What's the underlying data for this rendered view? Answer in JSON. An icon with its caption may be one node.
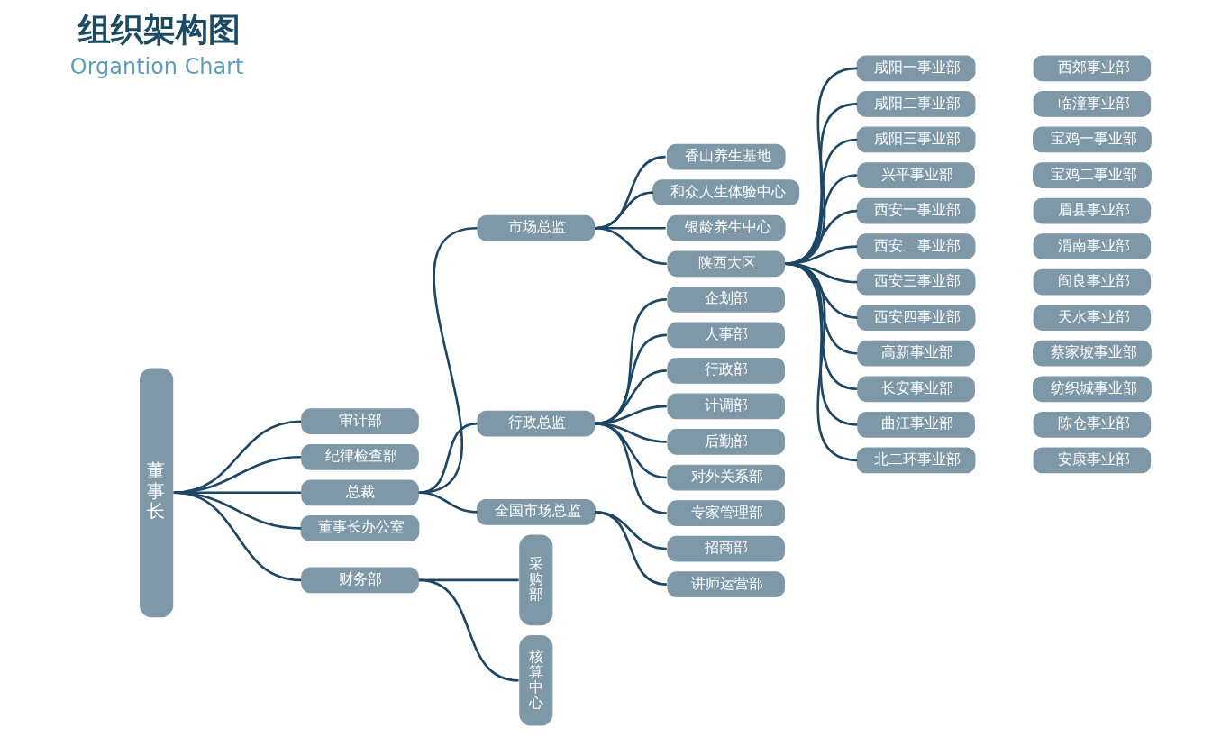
{
  "diagram": {
    "title": "组织架构图",
    "nodes": [
      {
        "text": [
          "董事长"
        ]
      },
      {
        "text": [
          "审计部"
        ]
      },
      {
        "text": [
          "纪律检查部"
        ]
      },
      {
        "text": [
          "总裁"
        ]
      },
      {
        "text": [
          "董事长办公室"
        ]
      },
      {
        "text": [
          "财务部"
        ]
      },
      {
        "text": [
          "采购部"
        ]
      },
      {
        "text": [
          "核算中心"
        ]
      },
      {
        "text": [
          "市场总监"
        ]
      },
      {
        "text": [
          "行政总监"
        ]
      },
      {
        "text": [
          "全国市场总监"
        ]
      },
      {
        "text": [
          "香山养生基地"
        ]
      },
      {
        "text": [
          "和众人生体验中心"
        ]
      },
      {
        "text": [
          "银龄养生中心"
        ]
      },
      {
        "text": [
          "陕西大区"
        ]
      },
      {
        "text": [
          "企划部"
        ]
      },
      {
        "text": [
          "人事部"
        ]
      },
      {
        "text": [
          "行政部"
        ]
      },
      {
        "text": [
          "计调部"
        ]
      },
      {
        "text": [
          "后勤部"
        ]
      },
      {
        "text": [
          "对外关系部"
        ]
      },
      {
        "text": [
          "专家管理部"
        ]
      },
      {
        "text": [
          "招商部"
        ]
      },
      {
        "text": [
          "讲师运营部"
        ]
      },
      {
        "text": [
          "咸阳一事业部"
        ]
      },
      {
        "text": [
          "咸阳二事业部"
        ]
      },
      {
        "text": [
          "咸阳三事业部"
        ]
      },
      {
        "text": [
          "兴平事业部"
        ]
      },
      {
        "text": [
          "西安一事业部"
        ]
      },
      {
        "text": [
          "西安二事业部"
        ]
      },
      {
        "text": [
          "西安三事业部"
        ]
      },
      {
        "text": [
          "西安四事业部"
        ]
      },
      {
        "text": [
          "高新事业部"
        ]
      },
      {
        "text": [
          "长安事业部"
        ]
      },
      {
        "text": [
          "曲江事业部"
        ]
      },
      {
        "text": [
          "北二环事业部"
        ]
      },
      {
        "text": [
          "西郊事业部"
        ]
      },
      {
        "text": [
          "临潼事业部"
        ]
      },
      {
        "text": [
          "宝鸡一事业部"
        ]
      },
      {
        "text": [
          "宝鸡二事业部"
        ]
      },
      {
        "text": [
          "眉县事业部"
        ]
      },
      {
        "text": [
          "渭南事业部"
        ]
      },
      {
        "text": [
          "阎良事业部"
        ]
      },
      {
        "text": [
          "天水事业部"
        ]
      },
      {
        "text": [
          "蔡家坡事业部"
        ]
      },
      {
        "text": [
          "纺织城事业部"
        ]
      },
      {
        "text": [
          "陈仓事业部"
        ]
      },
      {
        "text": [
          "安康事业部"
        ]
      }
    ],
    "edges": [
      {
        "from": 0,
        "to": 1,
        "arrow": "none"
      },
      {
        "from": 0,
        "to": 2,
        "arrow": "none"
      },
      {
        "from": 0,
        "to": 3,
        "arrow": "none"
      },
      {
        "from": 0,
        "to": 4,
        "arrow": "none"
      },
      {
        "from": 0,
        "to": 5,
        "arrow": "none"
      },
      {
        "from": 5,
        "to": 6,
        "arrow": "none"
      },
      {
        "from": 5,
        "to": 7,
        "arrow": "none"
      },
      {
        "from": 3,
        "to": 8,
        "arrow": "none"
      },
      {
        "from": 3,
        "to": 9,
        "arrow": "none"
      },
      {
        "from": 3,
        "to": 10,
        "arrow": "none"
      },
      {
        "from": 8,
        "to": 11,
        "arrow": "none"
      },
      {
        "from": 8,
        "to": 12,
        "arrow": "none"
      },
      {
        "from": 8,
        "to": 13,
        "arrow": "none"
      },
      {
        "from": 8,
        "to": 14,
        "arrow": "none"
      },
      {
        "from": 9,
        "to": 15,
        "arrow": "none"
      },
      {
        "from": 9,
        "to": 16,
        "arrow": "none"
      },
      {
        "from": 9,
        "to": 17,
        "arrow": "none"
      },
      {
        "from": 9,
        "to": 18,
        "arrow": "none"
      },
      {
        "from": 9,
        "to": 19,
        "arrow": "none"
      },
      {
        "from": 9,
        "to": 20,
        "arrow": "none"
      },
      {
        "from": 9,
        "to": 21,
        "arrow": "none"
      },
      {
        "from": 10,
        "to": 22,
        "arrow": "none"
      },
      {
        "from": 10,
        "to": 23,
        "arrow": "none"
      },
      {
        "from": 14,
        "to": 24,
        "arrow": "none"
      },
      {
        "from": 14,
        "to": 25,
        "arrow": "none"
      },
      {
        "from": 14,
        "to": 26,
        "arrow": "none"
      },
      {
        "from": 14,
        "to": 27,
        "arrow": "none"
      },
      {
        "from": 14,
        "to": 28,
        "arrow": "none"
      },
      {
        "from": 14,
        "to": 29,
        "arrow": "none"
      },
      {
        "from": 14,
        "to": 30,
        "arrow": "none"
      },
      {
        "from": 14,
        "to": 31,
        "arrow": "none"
      },
      {
        "from": 14,
        "to": 32,
        "arrow": "none"
      },
      {
        "from": 14,
        "to": 33,
        "arrow": "none"
      },
      {
        "from": 14,
        "to": 34,
        "arrow": "none"
      },
      {
        "from": 14,
        "to": 35,
        "arrow": "none"
      }
    ],
    "labels": [
      "Organtion Chart"
    ]
  }
}
